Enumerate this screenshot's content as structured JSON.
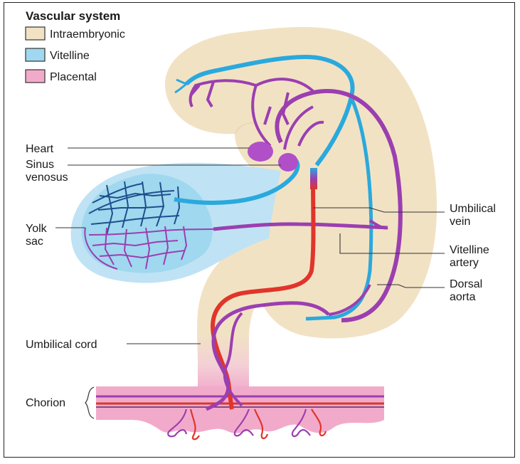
{
  "title": "Vascular system",
  "legend": [
    {
      "label": "Intraembryonic",
      "color": "#f2e2c4"
    },
    {
      "label": "Vitelline",
      "color": "#9fd8ef"
    },
    {
      "label": "Placental",
      "color": "#f2aacb"
    }
  ],
  "labels": {
    "heart": "Heart",
    "sinus_1": "Sinus",
    "sinus_2": "venosus",
    "yolk_1": "Yolk",
    "yolk_2": "sac",
    "umbilical_vein_1": "Umbilical",
    "umbilical_vein_2": "vein",
    "vitelline_artery_1": "Vitelline",
    "vitelline_artery_2": "artery",
    "dorsal_aorta_1": "Dorsal",
    "dorsal_aorta_2": "aorta",
    "umbilical_cord": "Umbilical cord",
    "chorion": "Chorion"
  },
  "colors": {
    "vessel_purple": "#9b3fb0",
    "vessel_blue": "#2aa9dd",
    "vessel_red": "#e0352b",
    "vessel_dark": "#5a2a6e"
  }
}
